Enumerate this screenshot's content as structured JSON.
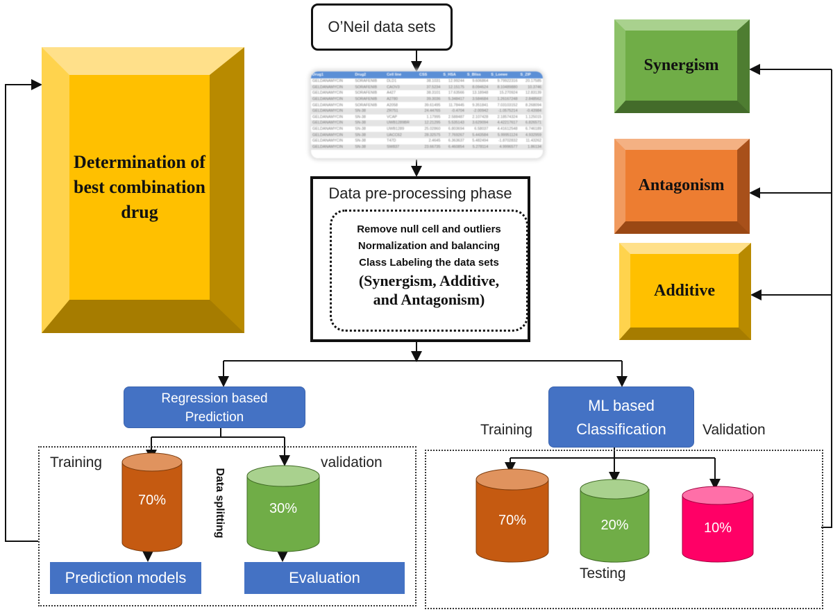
{
  "oneil": {
    "label": "O’Neil data sets"
  },
  "dataset_table": {
    "headers": [
      "Drug1",
      "Drug2",
      "Cell line",
      "CSS",
      "S_HSA",
      "S_Bliss",
      "S_Loewe",
      "S_ZIP"
    ],
    "rows": [
      [
        "GELDANAMYCIN",
        "SORAFENIB",
        "DLD1",
        "38.1031",
        "12.99244",
        "9.606864",
        "9.79922316",
        "20.17585"
      ],
      [
        "GELDANAMYCIN",
        "SORAFENIB",
        "CAOV3",
        "37.5234",
        "12.15175",
        "8.094624",
        "8.10489880",
        "10.3746"
      ],
      [
        "GELDANAMYCIN",
        "SORAFENIB",
        "A427",
        "38.3101",
        "17.63566",
        "13.18948",
        "15.270924",
        "12.83139"
      ],
      [
        "GELDANAMYCIN",
        "SORAFENIB",
        "A2780",
        "39.3036",
        "5.348417",
        "3.584684",
        "1.26167248",
        "2.848562"
      ],
      [
        "GELDANAMYCIN",
        "SORAFENIB",
        "A2058",
        "39.61495",
        "11.78445",
        "9.351841",
        "7.03103152",
        "8.268094"
      ],
      [
        "GELDANAMYCIN",
        "SN-38",
        "ZR751",
        "24.44765",
        "-0.4704",
        "-2.00942",
        "-1.0575214",
        "-0.43984"
      ],
      [
        "GELDANAMYCIN",
        "SN-38",
        "VCAP",
        "1.17995",
        "2.588487",
        "2.107428",
        "2.18574324",
        "1.125015"
      ],
      [
        "GELDANAMYCIN",
        "SN-38",
        "UWB1289BR",
        "12.21295",
        "5.535143",
        "3.629094",
        "4.42217617",
        "6.826571"
      ],
      [
        "GELDANAMYCIN",
        "SN-38",
        "UWB1289",
        "25.02860",
        "6.803694",
        "6.58037",
        "4.41612548",
        "6.746189"
      ],
      [
        "GELDANAMYCIN",
        "SN-38",
        "UACC62",
        "28.32575",
        "7.769267",
        "5.443584",
        "5.99951124",
        "4.932959"
      ],
      [
        "GELDANAMYCIN",
        "SN-38",
        "T47D",
        "2.4645",
        "6.363637",
        "5.482494",
        "-1.8702832",
        "11.43262"
      ],
      [
        "GELDANAMYCIN",
        "SN-38",
        "SW837",
        "23.66735",
        "6.460854",
        "5.278114",
        "4.9996577",
        "1.86134"
      ]
    ]
  },
  "preprocessing": {
    "title": "Data pre-processing phase",
    "steps": [
      "Remove null cell and outliers",
      "Normalization and balancing",
      "Class Labeling the data sets"
    ],
    "classes_line1": "(Synergism, Additive,",
    "classes_line2": "and Antagonism)"
  },
  "determination": {
    "line1": "Determination of",
    "line2": "best combination",
    "line3": "drug"
  },
  "outcomes": {
    "synergism": "Synergism",
    "antagonism": "Antagonism",
    "additive": "Additive"
  },
  "regression": {
    "line1": "Regression based",
    "line2": "Prediction",
    "training_label": "Training",
    "validation_label": "validation",
    "splitting_label": "Data splitting",
    "train_pct": "70%",
    "val_pct": "30%",
    "prediction_models": "Prediction models",
    "evaluation": "Evaluation"
  },
  "ml": {
    "line1": "ML based",
    "line2": "Classification",
    "training_label": "Training",
    "validation_label": "Validation",
    "testing_label": "Testing",
    "train_pct": "70%",
    "test_pct": "20%",
    "val_pct": "10%"
  },
  "colors": {
    "blue": "#4472C4",
    "orange": "#C55A11",
    "green": "#70AD47",
    "pink": "#FF0066",
    "gold": "#FFC000"
  }
}
